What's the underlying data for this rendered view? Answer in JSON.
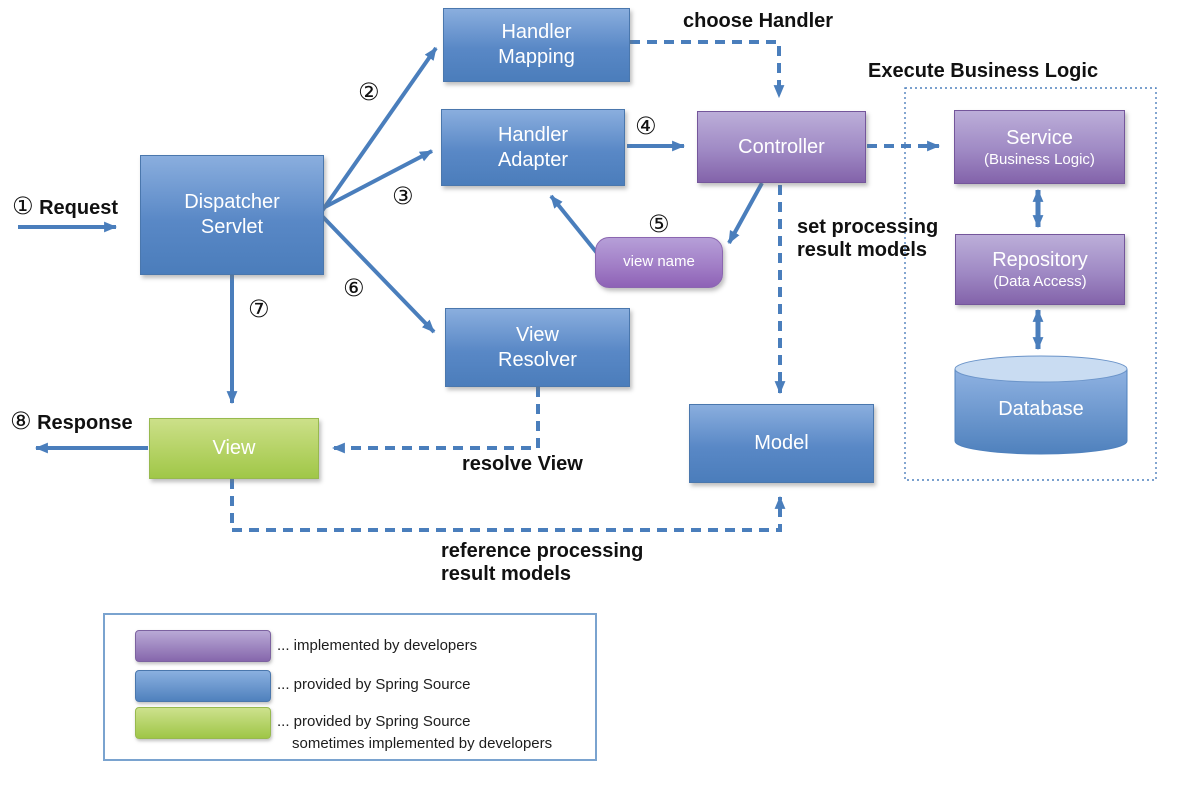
{
  "diagram": {
    "nodes": {
      "dispatcher_servlet": {
        "label": "Dispatcher\nServlet"
      },
      "handler_mapping": {
        "label": "Handler\nMapping"
      },
      "handler_adapter": {
        "label": "Handler\nAdapter"
      },
      "controller": {
        "label": "Controller"
      },
      "view_name": {
        "label": "view name"
      },
      "view_resolver": {
        "label": "View\nResolver"
      },
      "view": {
        "label": "View"
      },
      "model": {
        "label": "Model"
      },
      "service": {
        "label": "Service",
        "sublabel": "(Business Logic)"
      },
      "repository": {
        "label": "Repository",
        "sublabel": "(Data Access)"
      },
      "database": {
        "label": "Database"
      }
    },
    "steps": {
      "s1": {
        "num": "①",
        "label": "Request"
      },
      "s2": {
        "num": "②"
      },
      "s3": {
        "num": "③"
      },
      "s4": {
        "num": "④"
      },
      "s5": {
        "num": "⑤"
      },
      "s6": {
        "num": "⑥"
      },
      "s7": {
        "num": "⑦"
      },
      "s8": {
        "num": "⑧",
        "label": "Response"
      }
    },
    "edge_labels": {
      "choose_handler": "choose Handler",
      "execute_business_logic": "Execute Business Logic",
      "set_processing_line1": "set processing",
      "set_processing_line2": "result models",
      "resolve_view": "resolve View",
      "reference_line1": "reference processing",
      "reference_line2": "result models"
    },
    "legend": {
      "items": [
        {
          "swatch": "purple",
          "label": "... implemented by developers"
        },
        {
          "swatch": "blue",
          "label": "... provided by Spring Source"
        },
        {
          "swatch": "green",
          "label": "... provided by Spring Source",
          "label2": "sometimes implemented by developers"
        }
      ]
    },
    "colors": {
      "blue": "#4f81bd",
      "purple": "#8064a2",
      "green": "#9bbb59",
      "arrow_blue": "#4a7ebc"
    }
  }
}
